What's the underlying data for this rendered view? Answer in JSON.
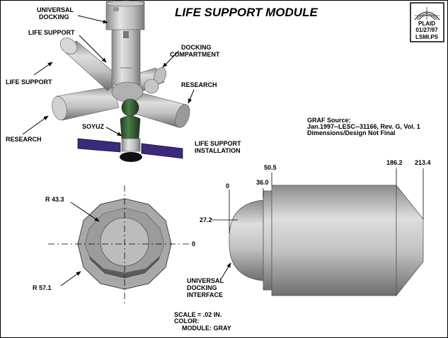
{
  "title": "LIFE SUPPORT MODULE",
  "logo": {
    "name": "PLAID",
    "date": "01/27/97",
    "file": "LSMI.PS"
  },
  "callouts": {
    "universal_docking_1": "UNIVERSAL",
    "universal_docking_2": "DOCKING",
    "life_support_top": "LIFE SUPPORT",
    "docking_comp_1": "DOCKING",
    "docking_comp_2": "COMPARTMENT",
    "life_support_left": "LIFE SUPPORT",
    "research_right": "RESEARCH",
    "research_left": "RESEARCH",
    "soyuz": "SOYUZ",
    "installation_1": "LIFE SUPPORT",
    "installation_2": "INSTALLATION"
  },
  "source_note": {
    "line1": "GRAF Source:",
    "line2": "Jan.1997--LESC--31166, Rev. G, Vol. 1",
    "line3": "Dimensions/Design Not Final"
  },
  "end_view": {
    "r_inner": "R 43.3",
    "r_outer": "R 57.1",
    "axis": "0"
  },
  "side_view": {
    "stations": [
      "0",
      "36.0",
      "50.5",
      "186.2",
      "213.4"
    ],
    "radius": "27.2",
    "interface_1": "UNIVERSAL",
    "interface_2": "DOCKING",
    "interface_3": "INTERFACE"
  },
  "scale_note": {
    "scale": "SCALE = .02 IN.",
    "color": "COLOR:",
    "module": "MODULE:  GRAY"
  },
  "colors": {
    "module_gray": "#bdbdbd",
    "soyuz_green": "#2f5a2f",
    "solar_panel": "#3b2a7a"
  }
}
